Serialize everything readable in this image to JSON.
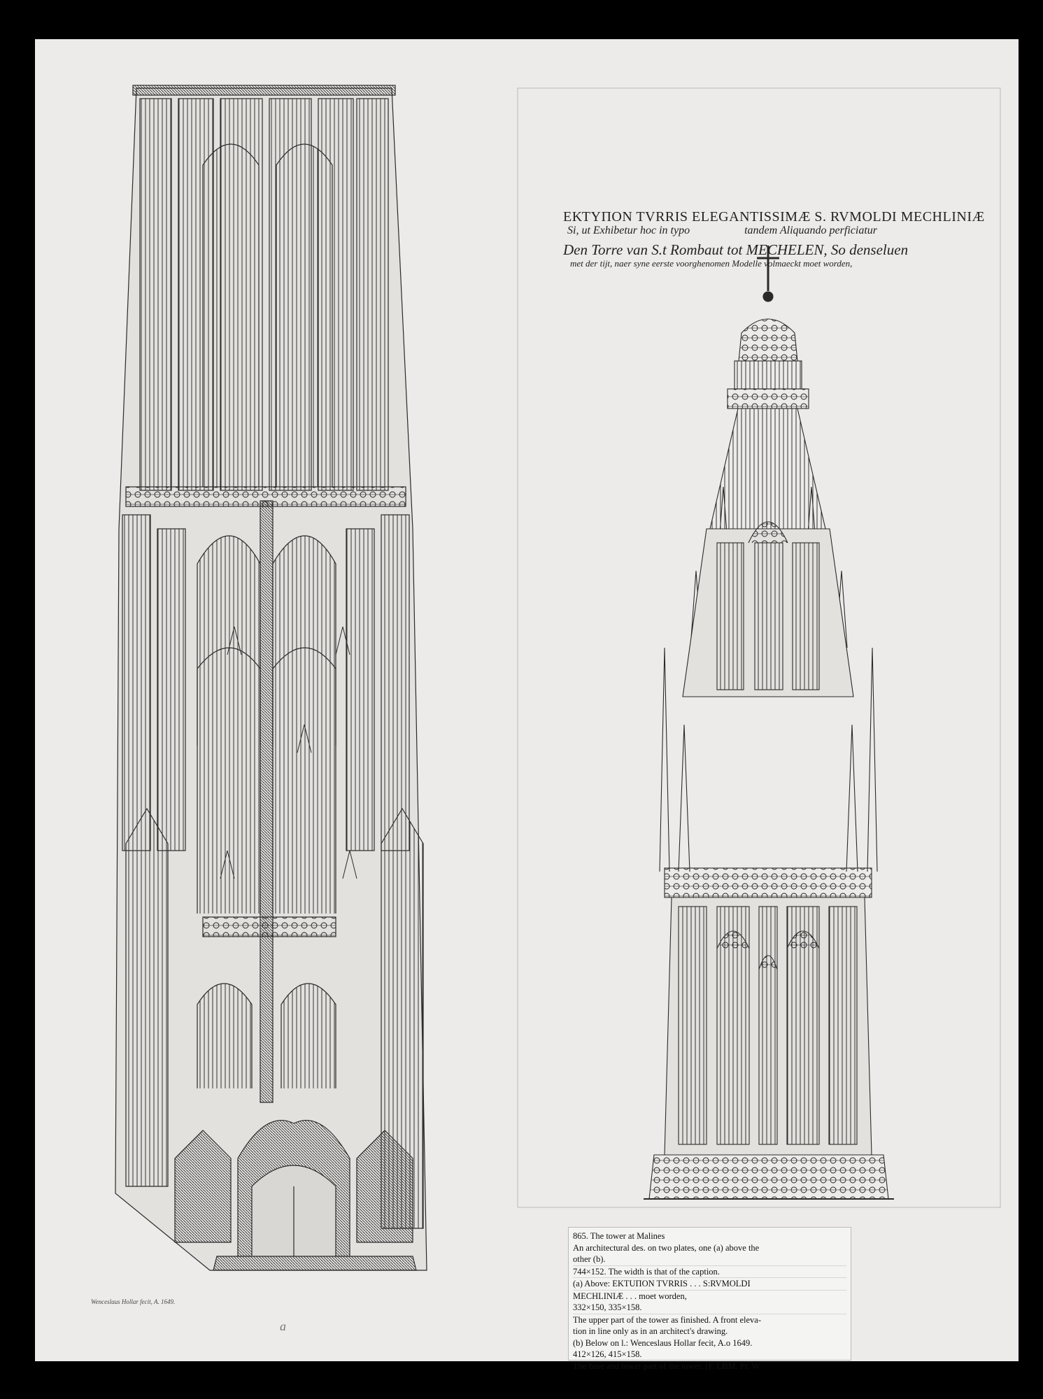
{
  "title_block": {
    "line1": "ΕΚΤΥΠΟΝ ΤVRRIS ELEGANTISSIMÆ S. RVMOLDI MECHLINIÆ",
    "line2a": "Si, ut Exhibetur hoc in typo",
    "line2b": "tandem Aliquando perficiatur",
    "line3": "Den Torre van S.t Rombaut tot MECHELEN, So denseluen",
    "line4": "met der tijt, naer syne eerste voorghenomen Modelle volmaeckt moet worden,"
  },
  "signature": "Wenceslaus Hollar fecit, A. 1649.",
  "plate_letter": "a",
  "label_card": {
    "lines": [
      "865. The tower at Malines",
      "An architectural des. on two plates, one (a) above the",
      "other (b).",
      "744×152.  The width is that of the caption.",
      "(a) Above: EKTUΠON TVRRIS . . . S:RVMOLDI",
      "MECHLINIÆ . . . moet worden,",
      "332×150, 335×158.",
      "The upper part of the tower as finished. A front eleva-",
      "tion in line only as in an architect's drawing.",
      "(b) Below on l.: Wenceslaus Hollar fecit, A.o 1649.",
      "412×126, 415×158.",
      "The base and lower part of the tower. [F. LBM. Pr. W."
    ]
  },
  "colors": {
    "background": "#000000",
    "paper": "#ecebe9",
    "ink": "#2a2a2a"
  }
}
